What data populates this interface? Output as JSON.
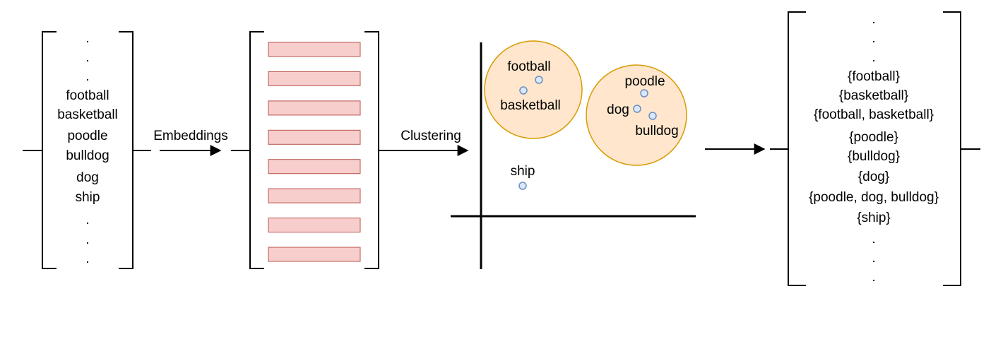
{
  "input_list": {
    "top_dots": [
      ".",
      ".",
      "."
    ],
    "words": [
      "football",
      "basketball",
      "poodle",
      "bulldog",
      "dog",
      "ship"
    ],
    "bottom_dots": [
      ".",
      ".",
      "."
    ]
  },
  "arrows": {
    "embeddings_label": "Embeddings",
    "clustering_label": "Clustering"
  },
  "embedding_bar_count": 8,
  "clusters": {
    "sports": {
      "labels": [
        "football",
        "basketball"
      ]
    },
    "dogs": {
      "labels": [
        "poodle",
        "dog",
        "bulldog"
      ]
    },
    "outlier": {
      "label": "ship"
    }
  },
  "output_list": {
    "top_dots": [
      ".",
      ".",
      "."
    ],
    "sets": [
      "{football}",
      "{basketball}",
      "{football, basketball}",
      "{poodle}",
      "{bulldog}",
      "{dog}",
      "{poodle, dog, bulldog}",
      "{ship}"
    ],
    "bottom_dots": [
      ".",
      ".",
      "."
    ]
  },
  "colors": {
    "embedding_fill": "#f8cecc",
    "embedding_stroke": "#b85450",
    "cluster_fill": "#ffe6cc",
    "cluster_stroke": "#d79b00",
    "point_fill": "#dae8fc",
    "point_stroke": "#6c8ebf"
  }
}
